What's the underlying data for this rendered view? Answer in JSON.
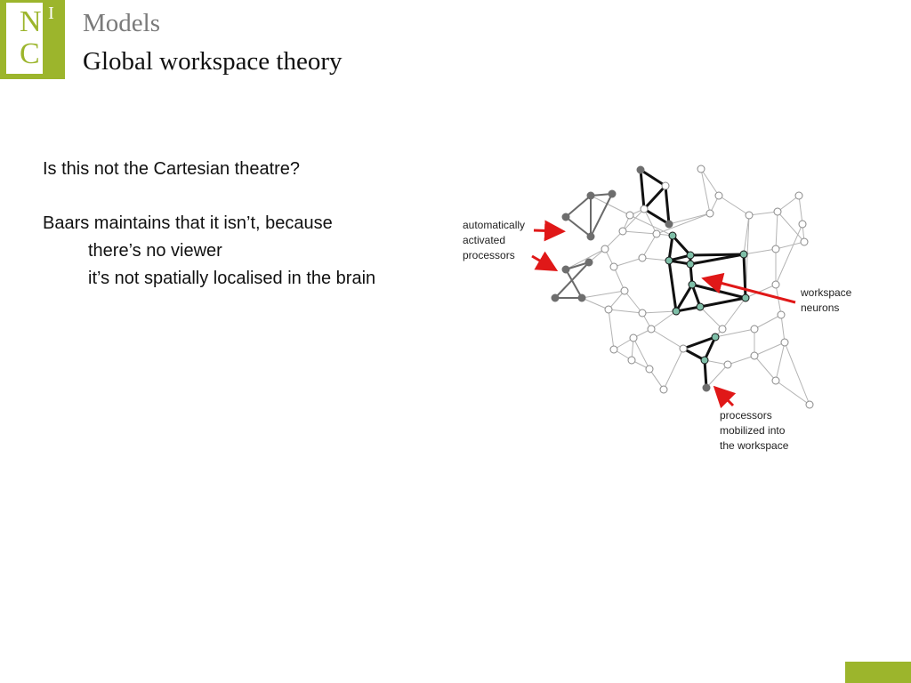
{
  "logo": {
    "letters": [
      "N",
      "C"
    ],
    "bar_letter": "I"
  },
  "header": {
    "section": "Models",
    "title": "Global workspace theory"
  },
  "body": {
    "question": "Is this not the Cartesian theatre?",
    "claim": "Baars maintains that it isn’t, because",
    "reasons": [
      "there’s no viewer",
      "it’s not spatially localised in the brain"
    ]
  },
  "diagram": {
    "labels": {
      "auto": [
        "automatically",
        "activated",
        "processors"
      ],
      "workspace": [
        "workspace",
        "neurons"
      ],
      "mobilized": [
        "processors",
        "mobilized into",
        "the workspace"
      ]
    }
  },
  "colors": {
    "accent": "#9cb52c",
    "arrow": "#e01818",
    "edge_light": "#b4b4b4",
    "edge_dark": "#111111",
    "node_fill": "#7fbfa8"
  }
}
